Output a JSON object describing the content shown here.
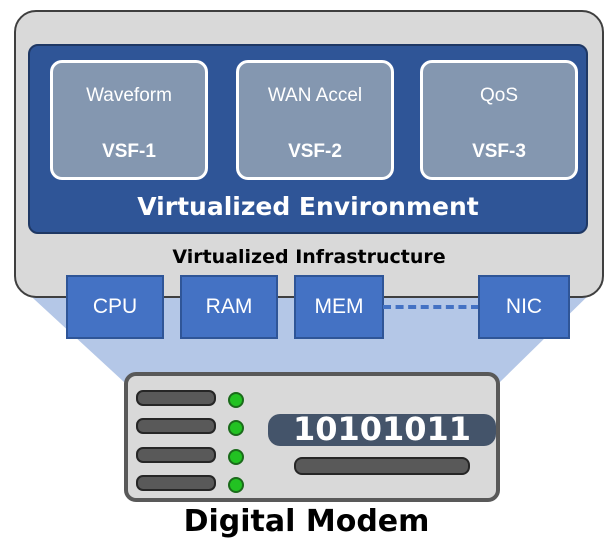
{
  "colors": {
    "outer_fill": "#d9d9d9",
    "environment_fill": "#2f5597",
    "vsf_fill": "#8497b0",
    "hardware_fill": "#4472c4",
    "beam_fill": "#b4c7e7",
    "led_green": "#22c222",
    "code_fill": "#44546a"
  },
  "vsfs": [
    {
      "function": "Waveform",
      "id": "VSF-1"
    },
    {
      "function": "WAN Accel",
      "id": "VSF-2"
    },
    {
      "function": "QoS",
      "id": "VSF-3"
    }
  ],
  "environment_label": "Virtualized Environment",
  "infrastructure_label": "Virtualized Infrastructure",
  "hardware": [
    "CPU",
    "RAM",
    "MEM",
    "NIC"
  ],
  "modem": {
    "code": "10101011",
    "label": "Digital Modem"
  }
}
